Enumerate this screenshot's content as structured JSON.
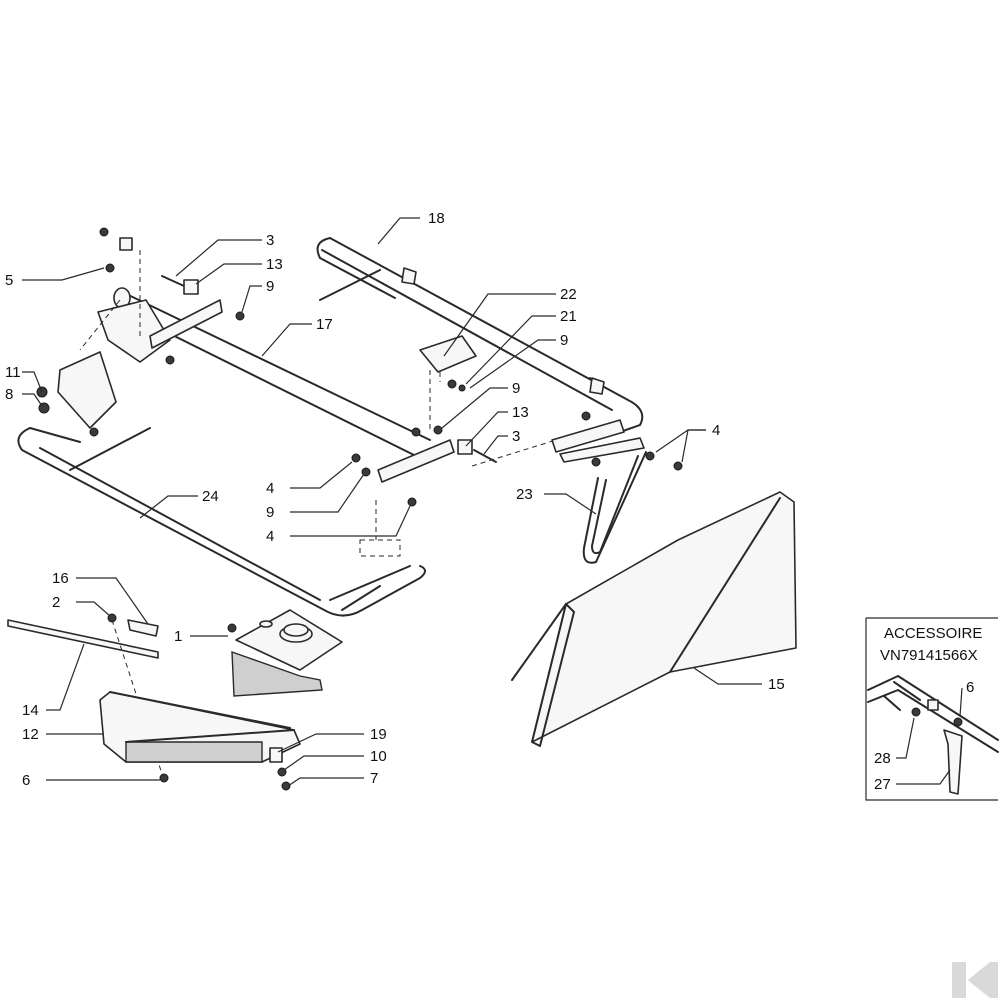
{
  "diagram": {
    "callouts": [
      {
        "id": "c18",
        "label": "18"
      },
      {
        "id": "c3a",
        "label": "3"
      },
      {
        "id": "c13a",
        "label": "13"
      },
      {
        "id": "c5",
        "label": "5"
      },
      {
        "id": "c9a",
        "label": "9"
      },
      {
        "id": "c17",
        "label": "17"
      },
      {
        "id": "c22",
        "label": "22"
      },
      {
        "id": "c21",
        "label": "21"
      },
      {
        "id": "c9b",
        "label": "9"
      },
      {
        "id": "c11",
        "label": "11"
      },
      {
        "id": "c8",
        "label": "8"
      },
      {
        "id": "c9c",
        "label": "9"
      },
      {
        "id": "c13b",
        "label": "13"
      },
      {
        "id": "c3b",
        "label": "3"
      },
      {
        "id": "c4a",
        "label": "4"
      },
      {
        "id": "c4b",
        "label": "4"
      },
      {
        "id": "c9d",
        "label": "9"
      },
      {
        "id": "c24",
        "label": "24"
      },
      {
        "id": "c23",
        "label": "23"
      },
      {
        "id": "c4c",
        "label": "4"
      },
      {
        "id": "c16",
        "label": "16"
      },
      {
        "id": "c2",
        "label": "2"
      },
      {
        "id": "c1",
        "label": "1"
      },
      {
        "id": "c15",
        "label": "15"
      },
      {
        "id": "c14",
        "label": "14"
      },
      {
        "id": "c12",
        "label": "12"
      },
      {
        "id": "c19",
        "label": "19"
      },
      {
        "id": "c10",
        "label": "10"
      },
      {
        "id": "c6a",
        "label": "6"
      },
      {
        "id": "c7",
        "label": "7"
      }
    ],
    "accessory_box": {
      "title": "ACCESSOIRE",
      "code": "VN79141566X",
      "callouts": [
        {
          "id": "a6",
          "label": "6"
        },
        {
          "id": "a28",
          "label": "28"
        },
        {
          "id": "a27",
          "label": "27"
        }
      ]
    }
  }
}
